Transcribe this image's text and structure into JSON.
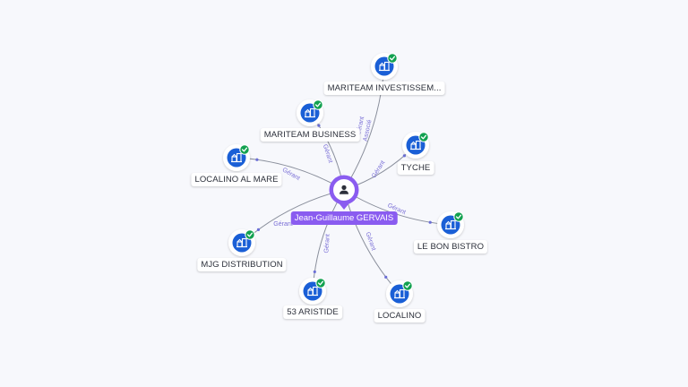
{
  "center": {
    "label": "Jean-Guillaume GERVAIS",
    "icon": "person-icon",
    "color": "#8a5cf0"
  },
  "colors": {
    "company": "#1a5fd6",
    "check": "#12a150",
    "edge": "#8a8f9c",
    "edge_label": "#7a6fd6"
  },
  "nodes": [
    {
      "id": "mariteam-investissem",
      "label": "MARITEAM INVESTISSEM...",
      "icon": "company-icon",
      "status_icon": "check-icon",
      "edge_labels": [
        "Gérant",
        "Associé"
      ]
    },
    {
      "id": "mariteam-business",
      "label": "MARITEAM BUSINESS",
      "icon": "company-icon",
      "status_icon": "check-icon",
      "edge_labels": [
        "Gérant"
      ]
    },
    {
      "id": "tyche",
      "label": "TYCHE",
      "icon": "company-icon",
      "status_icon": "check-icon",
      "edge_labels": [
        "Gérant"
      ]
    },
    {
      "id": "localino-al-mare",
      "label": "LOCALINO AL MARE",
      "icon": "company-icon",
      "status_icon": "check-icon",
      "edge_labels": [
        "Gérant"
      ]
    },
    {
      "id": "le-bon-bistro",
      "label": "LE BON BISTRO",
      "icon": "company-icon",
      "status_icon": "check-icon",
      "edge_labels": [
        "Gérant"
      ]
    },
    {
      "id": "mjg-distribution",
      "label": "MJG DISTRIBUTION",
      "icon": "company-icon",
      "status_icon": "check-icon",
      "edge_labels": [
        "Gérant"
      ]
    },
    {
      "id": "53-aristide",
      "label": "53 ARISTIDE",
      "icon": "company-icon",
      "status_icon": "check-icon",
      "edge_labels": [
        "Gérant"
      ]
    },
    {
      "id": "localino",
      "label": "LOCALINO",
      "icon": "company-icon",
      "status_icon": "check-icon",
      "edge_labels": [
        "Gérant"
      ]
    }
  ]
}
